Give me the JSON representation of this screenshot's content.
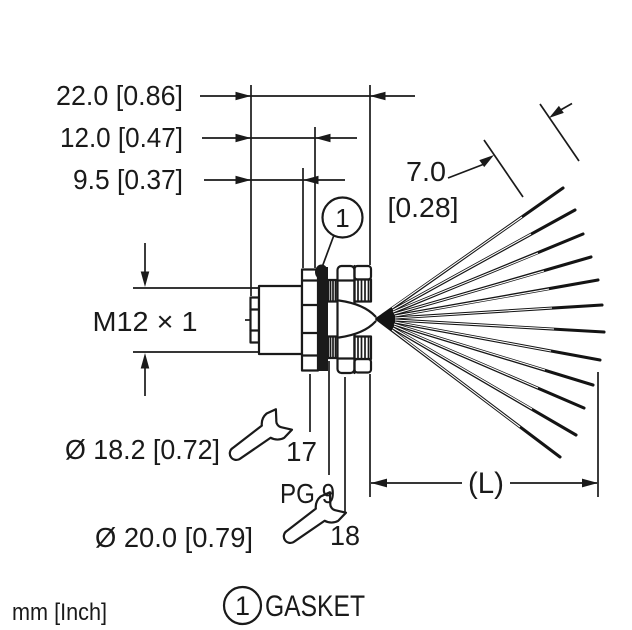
{
  "drawing": {
    "title": "connector-dimension-drawing",
    "units_label": "mm [Inch]",
    "legend": {
      "marker": "1",
      "label": "GASKET"
    },
    "callout": {
      "gasket_marker": "1"
    },
    "dimensions": {
      "overall_length": "22.0 [0.86]",
      "mid_length": "12.0 [0.47]",
      "front_length": "9.5 [0.37]",
      "strip_length_mm": "7.0",
      "strip_length_inch": "[0.28]",
      "thread": "M12 × 1",
      "front_diameter": "Ø 18.2 [0.72]",
      "wrench_size_front": "17",
      "gland_thread": "PG 9",
      "rear_diameter": "Ø 20.0 [0.79]",
      "wrench_size_rear": "18",
      "cable_length": "(L)"
    },
    "colors": {
      "line": "#1a1a1a",
      "background": "#ffffff"
    }
  }
}
